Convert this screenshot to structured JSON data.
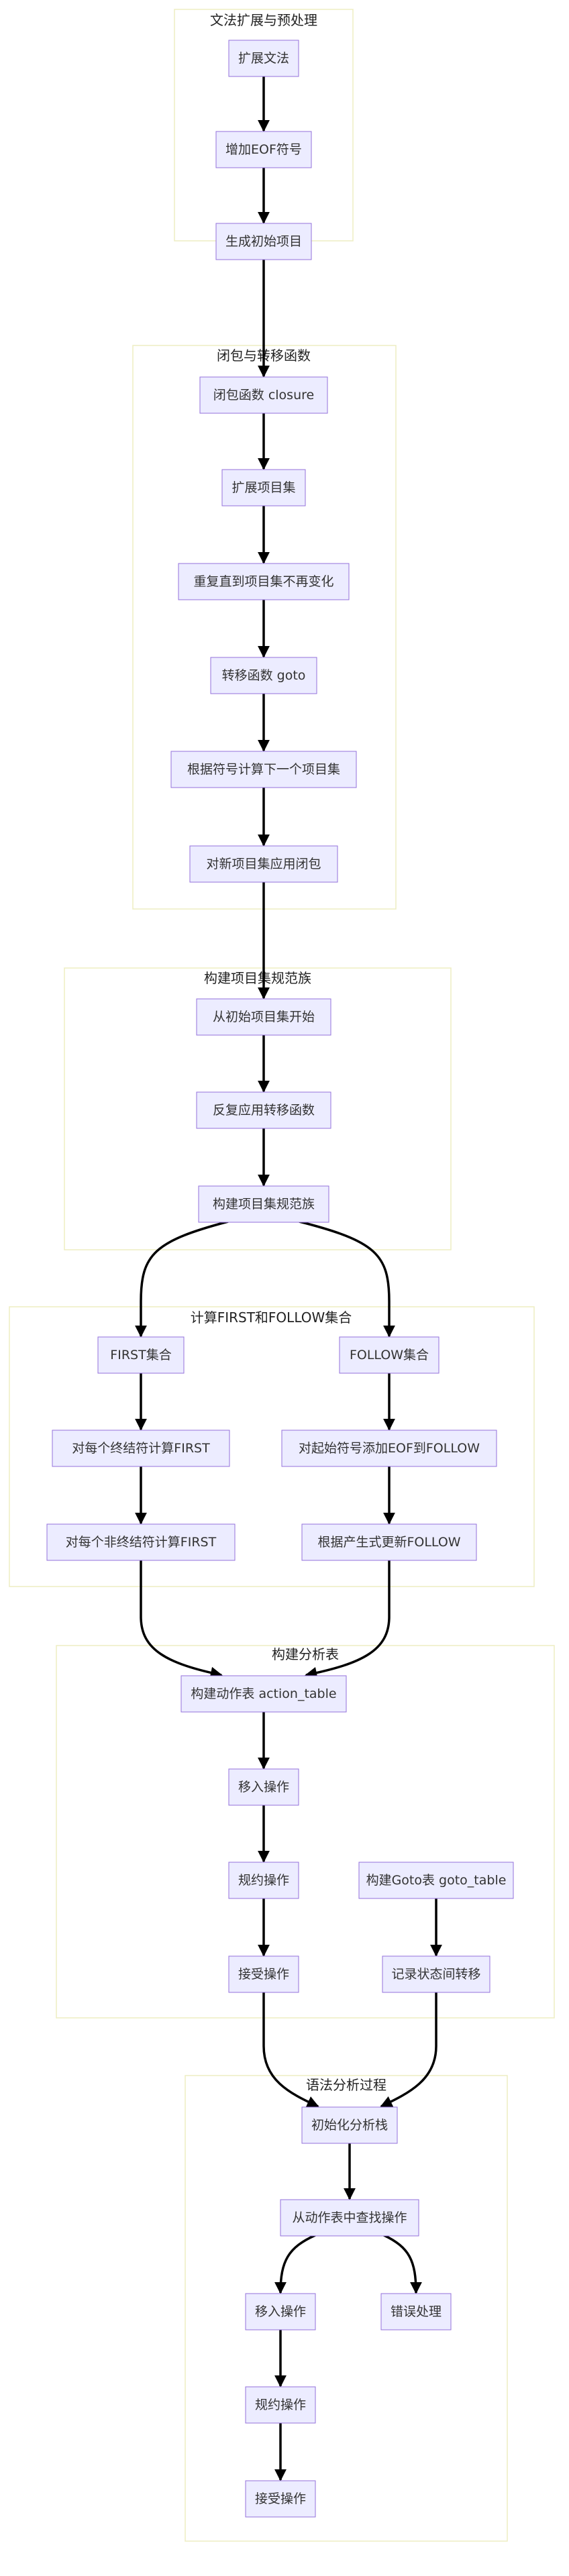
{
  "clusters": {
    "c1": "文法扩展与预处理",
    "c2": "闭包与转移函数",
    "c3": "构建项目集规范族",
    "c4": "计算FIRST和FOLLOW集合",
    "c5": "构建分析表",
    "c6": "语法分析过程"
  },
  "nodes": {
    "expand_grammar": "扩展文法",
    "add_eof": "增加EOF符号",
    "gen_initial_items": "生成初始项目",
    "closure_fn": "闭包函数 closure",
    "expand_itemset": "扩展项目集",
    "repeat_until_stable": "重复直到项目集不再变化",
    "goto_fn": "转移函数 goto",
    "next_itemset": "根据符号计算下一个项目集",
    "apply_closure_new": "对新项目集应用闭包",
    "start_initial_itemset": "从初始项目集开始",
    "repeat_goto": "反复应用转移函数",
    "build_canonical": "构建项目集规范族",
    "first_set": "FIRST集合",
    "first_terminal": "对每个终结符计算FIRST",
    "first_nonterminal": "对每个非终结符计算FIRST",
    "follow_set": "FOLLOW集合",
    "follow_start_eof": "对起始符号添加EOF到FOLLOW",
    "follow_update": "根据产生式更新FOLLOW",
    "build_action_table": "构建动作表 action_table",
    "shift_op": "移入操作",
    "reduce_op": "规约操作",
    "accept_op": "接受操作",
    "build_goto_table": "构建Goto表 goto_table",
    "record_transition": "记录状态间转移",
    "init_stack": "初始化分析栈",
    "lookup_action": "从动作表中查找操作",
    "parse_shift": "移入操作",
    "parse_error": "错误处理",
    "parse_reduce": "规约操作",
    "parse_accept": "接受操作"
  }
}
